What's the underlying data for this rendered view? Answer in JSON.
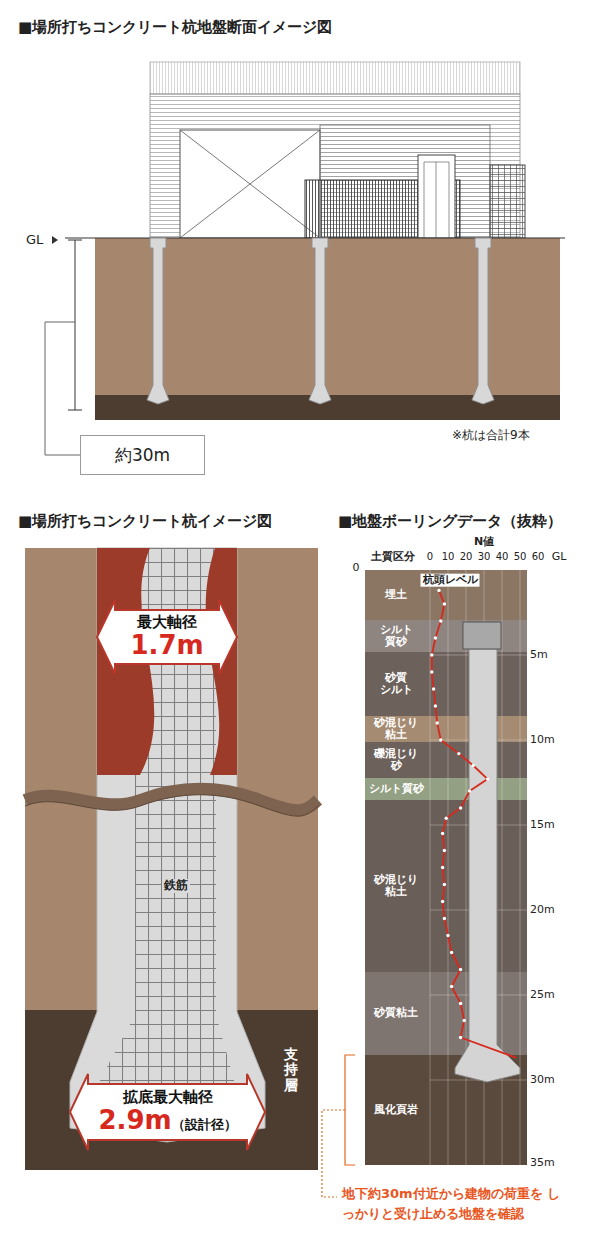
{
  "diagram": {
    "nodes": [
      {
        "text": [
          "約30m"
        ]
      },
      {
        "text": [
          "最大軸径",
          "1.7m"
        ]
      },
      {
        "text": [
          "拡底最大軸径",
          "2.9m",
          "（設計径）"
        ]
      },
      {
        "text": [
          "埋土"
        ]
      },
      {
        "text": [
          "シルト 質砂"
        ]
      },
      {
        "text": [
          "砂質 シルト"
        ]
      },
      {
        "text": [
          "砂混じり 粘土"
        ]
      },
      {
        "text": [
          "礫混じり 砂"
        ]
      },
      {
        "text": [
          "シルト質砂"
        ]
      },
      {
        "text": [
          "砂混じり 粘土"
        ]
      },
      {
        "text": [
          "砂質粘土"
        ]
      },
      {
        "text": [
          "風化頁岩"
        ]
      }
    ],
    "labels": [
      "■場所打ちコンクリート杭地盤断面イメージ図",
      "GL",
      "※杭は合計9本",
      "■場所打ちコンクリート杭イメージ図",
      "鉄筋",
      "支持層",
      "■地盤ボーリングデータ（抜粋）",
      "0",
      "土質区分",
      "N値",
      "0",
      "10",
      "20",
      "30",
      "40",
      "50",
      "60",
      "GL",
      "杭頭レベル",
      "5m",
      "10m",
      "15m",
      "20m",
      "25m",
      "30m",
      "35m",
      "地下約30m付近から建物の荷重を しっかりと受け止める地盤を確認"
    ]
  }
}
